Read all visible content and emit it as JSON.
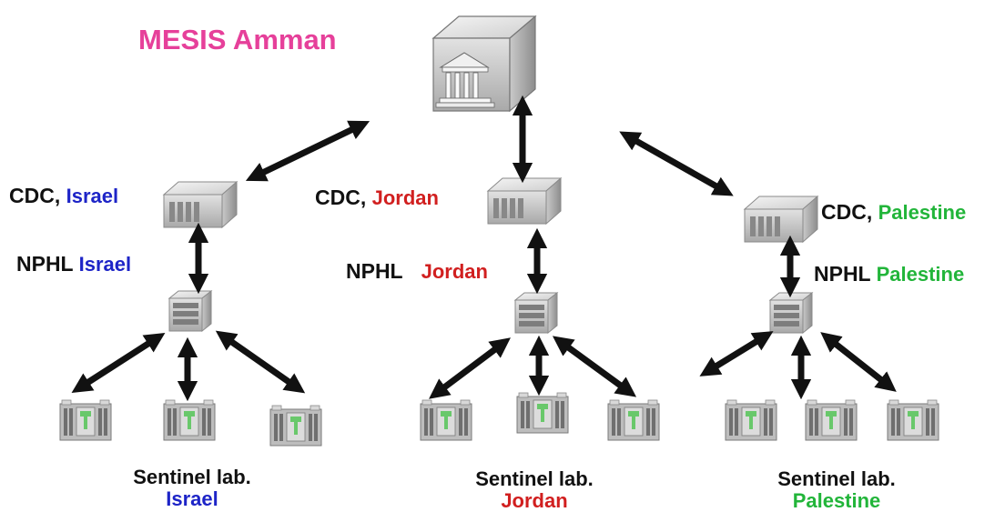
{
  "title": "MESIS Amman",
  "colors": {
    "title": "#e6409a",
    "israel": "#1d24c7",
    "jordan": "#d11f1f",
    "palestine": "#22b53a",
    "arrow": "#111111"
  },
  "icons": {
    "hub": "server-building-icon",
    "cdc": "server-icon",
    "nphl": "server-rack-icon",
    "lab": "lab-building-icon"
  },
  "branches": [
    {
      "cdc_prefix": "CDC,",
      "cdc_country": "Israel",
      "nphl_prefix": "NPHL",
      "nphl_country": "Israel",
      "lab_label": "Sentinel lab.",
      "lab_country": "Israel"
    },
    {
      "cdc_prefix": "CDC,",
      "cdc_country": "Jordan",
      "nphl_prefix": "NPHL",
      "nphl_country": "Jordan",
      "lab_label": "Sentinel lab.",
      "lab_country": "Jordan"
    },
    {
      "cdc_prefix": "CDC,",
      "cdc_country": "Palestine",
      "nphl_prefix": "NPHL",
      "nphl_country": "Palestine",
      "lab_label": "Sentinel lab.",
      "lab_country": "Palestine"
    }
  ]
}
